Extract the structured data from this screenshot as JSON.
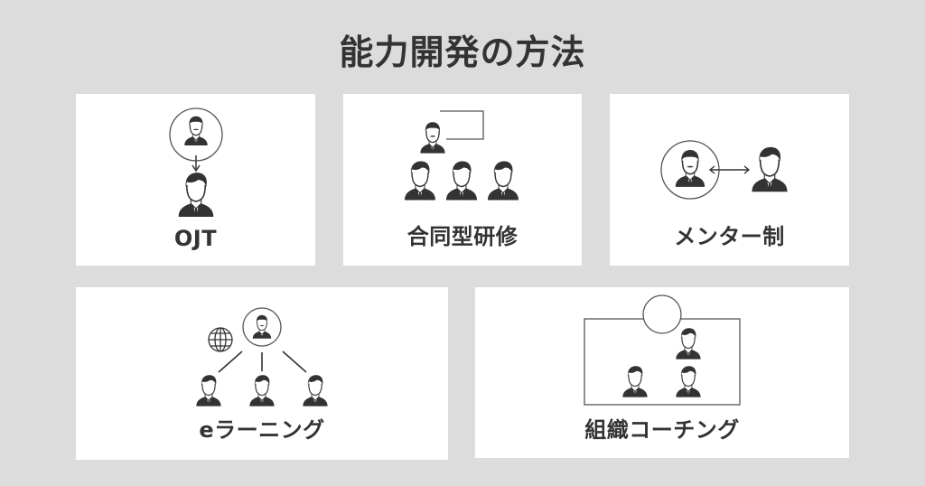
{
  "title": "能力開発の方法",
  "colors": {
    "background": "#dcdcdc",
    "card": "#ffffff",
    "text": "#333333",
    "icon": "#333333",
    "outline": "#555555"
  },
  "cards": [
    {
      "label": "OJT",
      "icon": "mentor-to-trainee-arrow-icon"
    },
    {
      "label": "合同型研修",
      "icon": "lecturer-and-group-icon"
    },
    {
      "label": "メンター制",
      "icon": "mentor-bidirectional-icon"
    },
    {
      "label": "eラーニング",
      "icon": "online-learning-network-icon"
    },
    {
      "label": "組織コーチング",
      "icon": "organization-coaching-icon"
    }
  ]
}
